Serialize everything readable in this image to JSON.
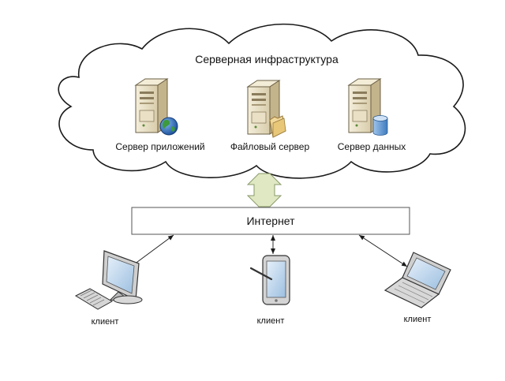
{
  "cloud": {
    "title": "Серверная инфраструктура"
  },
  "servers": [
    {
      "label": "Сервер приложений",
      "badge_icon": "globe-icon"
    },
    {
      "label": "Файловый сервер",
      "badge_icon": "folder-icon"
    },
    {
      "label": "Сервер данных",
      "badge_icon": "database-icon"
    }
  ],
  "internet": {
    "label": "Интернет"
  },
  "clients": [
    {
      "label": "клиент",
      "device_icon": "desktop-computer-icon"
    },
    {
      "label": "клиент",
      "device_icon": "tablet-stylus-icon"
    },
    {
      "label": "клиент",
      "device_icon": "laptop-icon"
    }
  ],
  "colors": {
    "cloud_fill": "#ffffff",
    "line": "#1a1a1a",
    "server_body": "#e6dcc0",
    "server_side": "#c4b48c",
    "arrow_fill": "#dfe8c2",
    "arrow_stroke": "#8a9a6a",
    "screen": "#bcd6ee",
    "device_body": "#dedede"
  }
}
